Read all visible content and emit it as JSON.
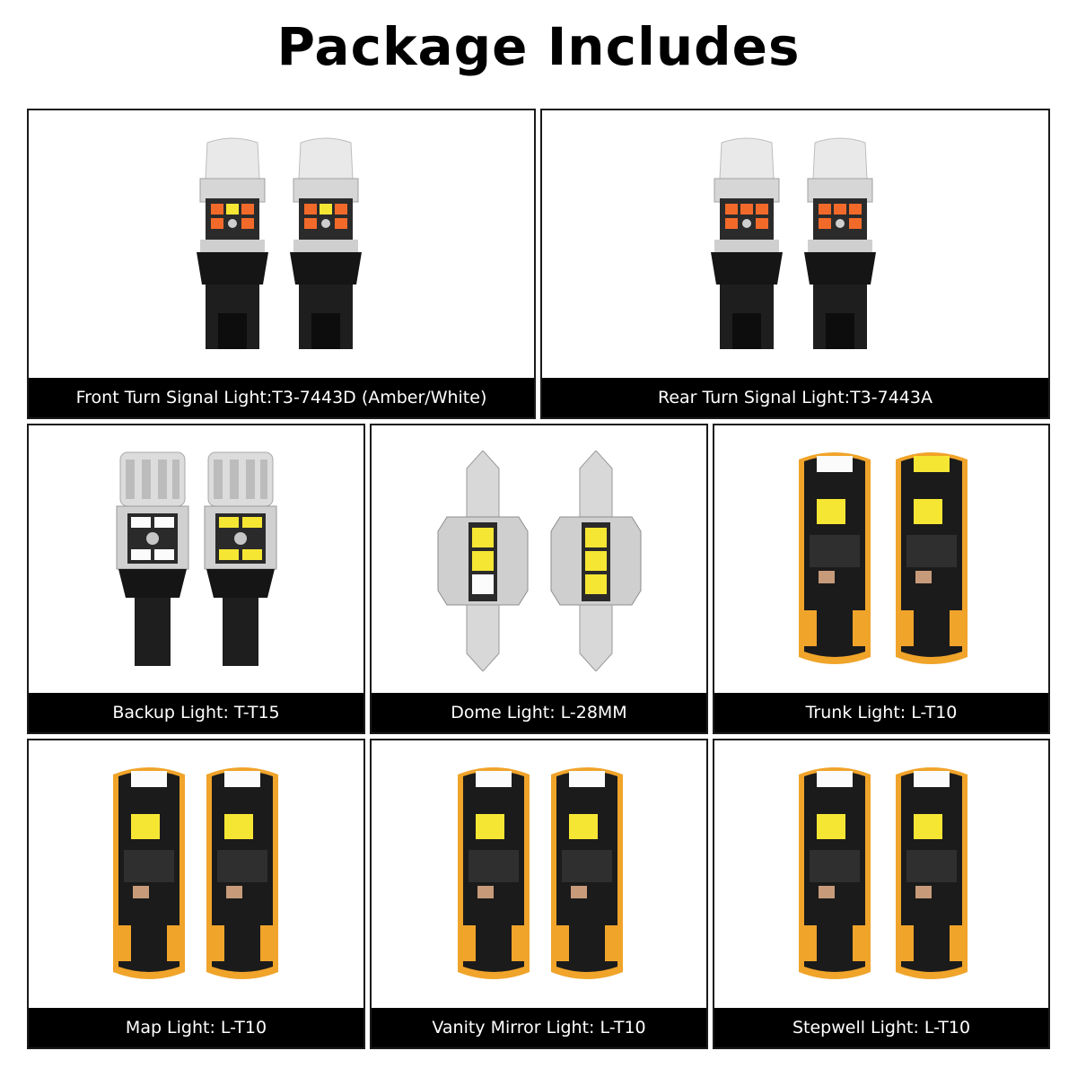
{
  "title": "Package Includes",
  "colors": {
    "caption_bg": "#000000",
    "caption_text": "#ffffff",
    "pcb_gold": "#f0a42a",
    "pcb_black": "#1b1b1b",
    "led_amber": "#f26a2a",
    "led_yellow": "#f6e634",
    "led_white": "#fbfbfb",
    "socket_black": "#151515"
  },
  "items": [
    {
      "caption": "Front Turn Signal Light:T3-7443D (Amber/White)",
      "icon": "t20-7443-bulb-icon",
      "quantity_shown": 2
    },
    {
      "caption": "Rear Turn Signal Light:T3-7443A",
      "icon": "t20-7443-bulb-icon",
      "quantity_shown": 2
    },
    {
      "caption": "Backup Light: T-T15",
      "icon": "t15-bulb-icon",
      "quantity_shown": 2
    },
    {
      "caption": "Dome Light: L-28MM",
      "icon": "festoon-bulb-icon",
      "quantity_shown": 2
    },
    {
      "caption": "Trunk Light: L-T10",
      "icon": "t10-pcb-bulb-icon",
      "quantity_shown": 2
    },
    {
      "caption": "Map Light: L-T10",
      "icon": "t10-pcb-bulb-icon",
      "quantity_shown": 2
    },
    {
      "caption": "Vanity Mirror Light: L-T10",
      "icon": "t10-pcb-bulb-icon",
      "quantity_shown": 2
    },
    {
      "caption": "Stepwell Light: L-T10",
      "icon": "t10-pcb-bulb-icon",
      "quantity_shown": 2
    }
  ]
}
